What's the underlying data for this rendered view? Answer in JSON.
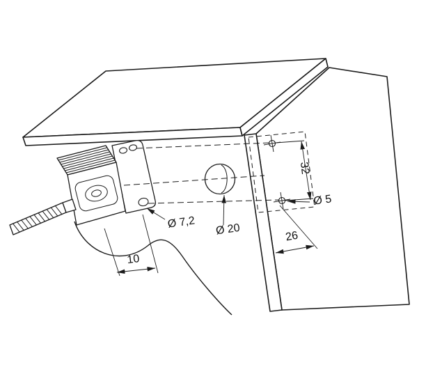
{
  "labels": {
    "dim_32": "32",
    "dim_26": "26",
    "dim_10": "10",
    "dia_7_2": "Ø 7,2",
    "dia_20": "Ø 20",
    "dia_5": "Ø 5"
  },
  "colors": {
    "line": "#1a1a1a",
    "background": "#ffffff"
  }
}
